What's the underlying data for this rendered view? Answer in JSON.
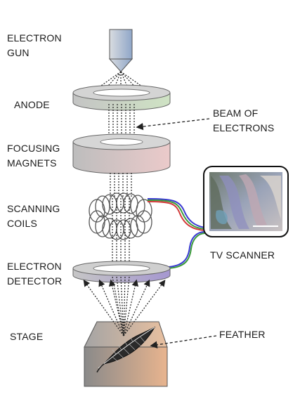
{
  "labels": {
    "electron_gun": [
      "ELECTRON",
      "GUN"
    ],
    "anode": [
      "ANODE"
    ],
    "beam": [
      "BEAM OF",
      "ELECTRONS"
    ],
    "focusing": [
      "FOCUSING",
      "MAGNETS"
    ],
    "scanning": [
      "SCANNING",
      "COILS"
    ],
    "detector": [
      "ELECTRON",
      "DETECTOR"
    ],
    "stage": [
      "STAGE"
    ],
    "feather": [
      "FEATHER"
    ],
    "tv_scanner": [
      "TV SCANNER"
    ]
  },
  "colors": {
    "gun_gradient": [
      "#d9dce0",
      "#8fa6c8"
    ],
    "anode_gradient": [
      "#c9c9c9",
      "#cfe3c4"
    ],
    "focusing_gradient": [
      "#c8c8c8",
      "#e9c9c9"
    ],
    "detector_gradient": [
      "#c9c9c9",
      "#a99ad0"
    ],
    "stage_gradient": [
      "#8e8e8e",
      "#e8b48e"
    ],
    "cable_red": "#d23a3a",
    "cable_green": "#3a9a3a",
    "cable_blue": "#3a3ad2"
  }
}
